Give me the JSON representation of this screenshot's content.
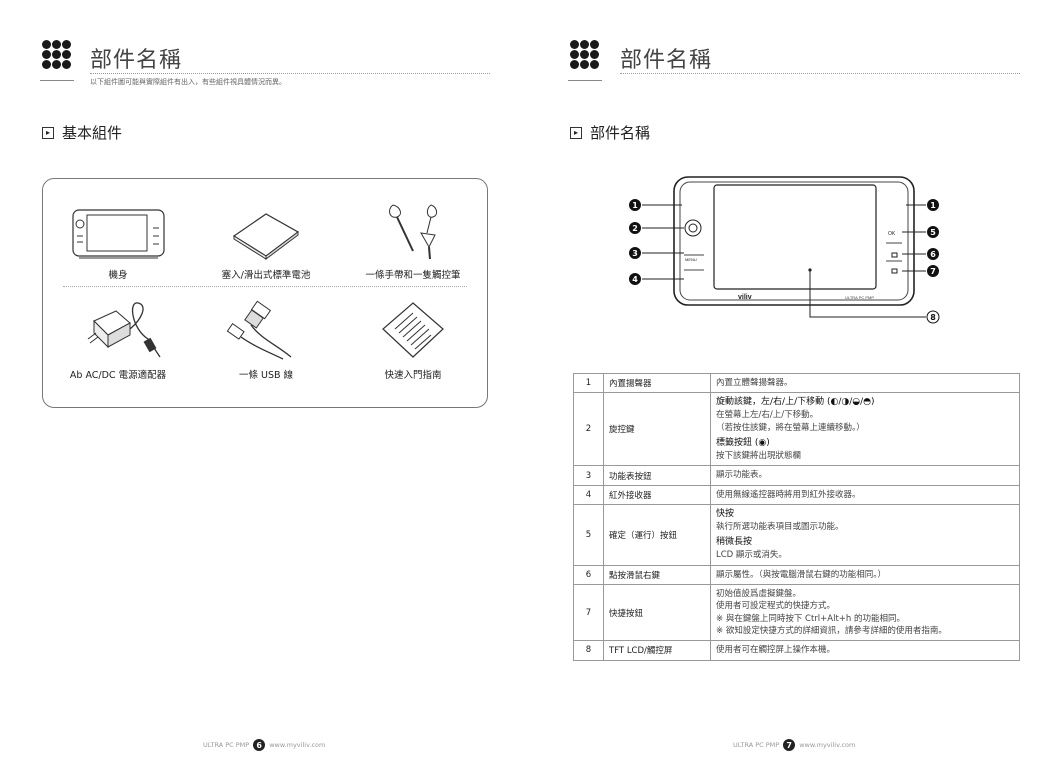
{
  "left_page": {
    "header": {
      "title": "部件名稱",
      "subtitle": "以下組件圖可能與實際組件有出入，有些組件視具體情況而異。"
    },
    "section_title": "基本組件",
    "components": [
      {
        "label": "機身",
        "icon": "device-icon"
      },
      {
        "label": "塞入/滑出式標準電池",
        "icon": "battery-icon"
      },
      {
        "label": "一條手帶和一隻觸控筆",
        "icon": "strap-stylus-icon"
      },
      {
        "label": "Ab AC/DC 電源適配器",
        "icon": "adapter-icon"
      },
      {
        "label": "一條 USB 線",
        "icon": "usb-cable-icon"
      },
      {
        "label": "快速入門指南",
        "icon": "guide-icon"
      }
    ],
    "footer": {
      "product": "ULTRA PC PMP",
      "page": "6",
      "url": "www.myviliv.com"
    }
  },
  "right_page": {
    "header": {
      "title": "部件名稱"
    },
    "section_title": "部件名稱",
    "device": {
      "brand": "viliv",
      "model": "ULTRA PC PMP",
      "buttons": [
        "OK",
        "MENU"
      ],
      "callouts": [
        "1",
        "1",
        "2",
        "3",
        "4",
        "5",
        "6",
        "7",
        "8"
      ]
    },
    "parts": [
      {
        "no": "1",
        "name": "內置揚聲器",
        "desc": [
          "內置立體聲揚聲器。"
        ]
      },
      {
        "no": "2",
        "name": "旋控鍵",
        "desc": [
          "旋動該鍵，左/右/上/下移動 (◐/◑/◒/◓)",
          "在螢幕上左/右/上/下移動。",
          "（若按住該鍵，將在螢幕上連續移動。）",
          "標籤按鈕 (◉)",
          "按下該鍵將出現狀態欄"
        ]
      },
      {
        "no": "3",
        "name": "功能表按鈕",
        "desc": [
          "顯示功能表。"
        ]
      },
      {
        "no": "4",
        "name": "紅外接收器",
        "desc": [
          "使用無線遙控器時將用到紅外接收器。"
        ]
      },
      {
        "no": "5",
        "name": "確定（運行）按鈕",
        "desc": [
          "快按",
          "執行所選功能表項目或圖示功能。",
          "稍微長按",
          "LCD 顯示或消失。"
        ]
      },
      {
        "no": "6",
        "name": "點按滑鼠右鍵",
        "desc": [
          "顯示屬性。（與按電腦滑鼠右鍵的功能相同。）"
        ]
      },
      {
        "no": "7",
        "name": "快捷按鈕",
        "desc": [
          "初始值設爲虛擬鍵盤。",
          "使用者可設定程式的快捷方式。",
          "※ 與在鍵盤上同時按下 Ctrl+Alt+h 的功能相同。",
          "※ 欲知設定快捷方式的詳細資訊，請參考詳細的使用者指南。"
        ]
      },
      {
        "no": "8",
        "name": "TFT LCD/觸控屏",
        "desc": [
          "使用者可在觸控屏上操作本機。"
        ]
      }
    ],
    "footer": {
      "product": "ULTRA PC PMP",
      "page": "7",
      "url": "www.myviliv.com"
    }
  }
}
